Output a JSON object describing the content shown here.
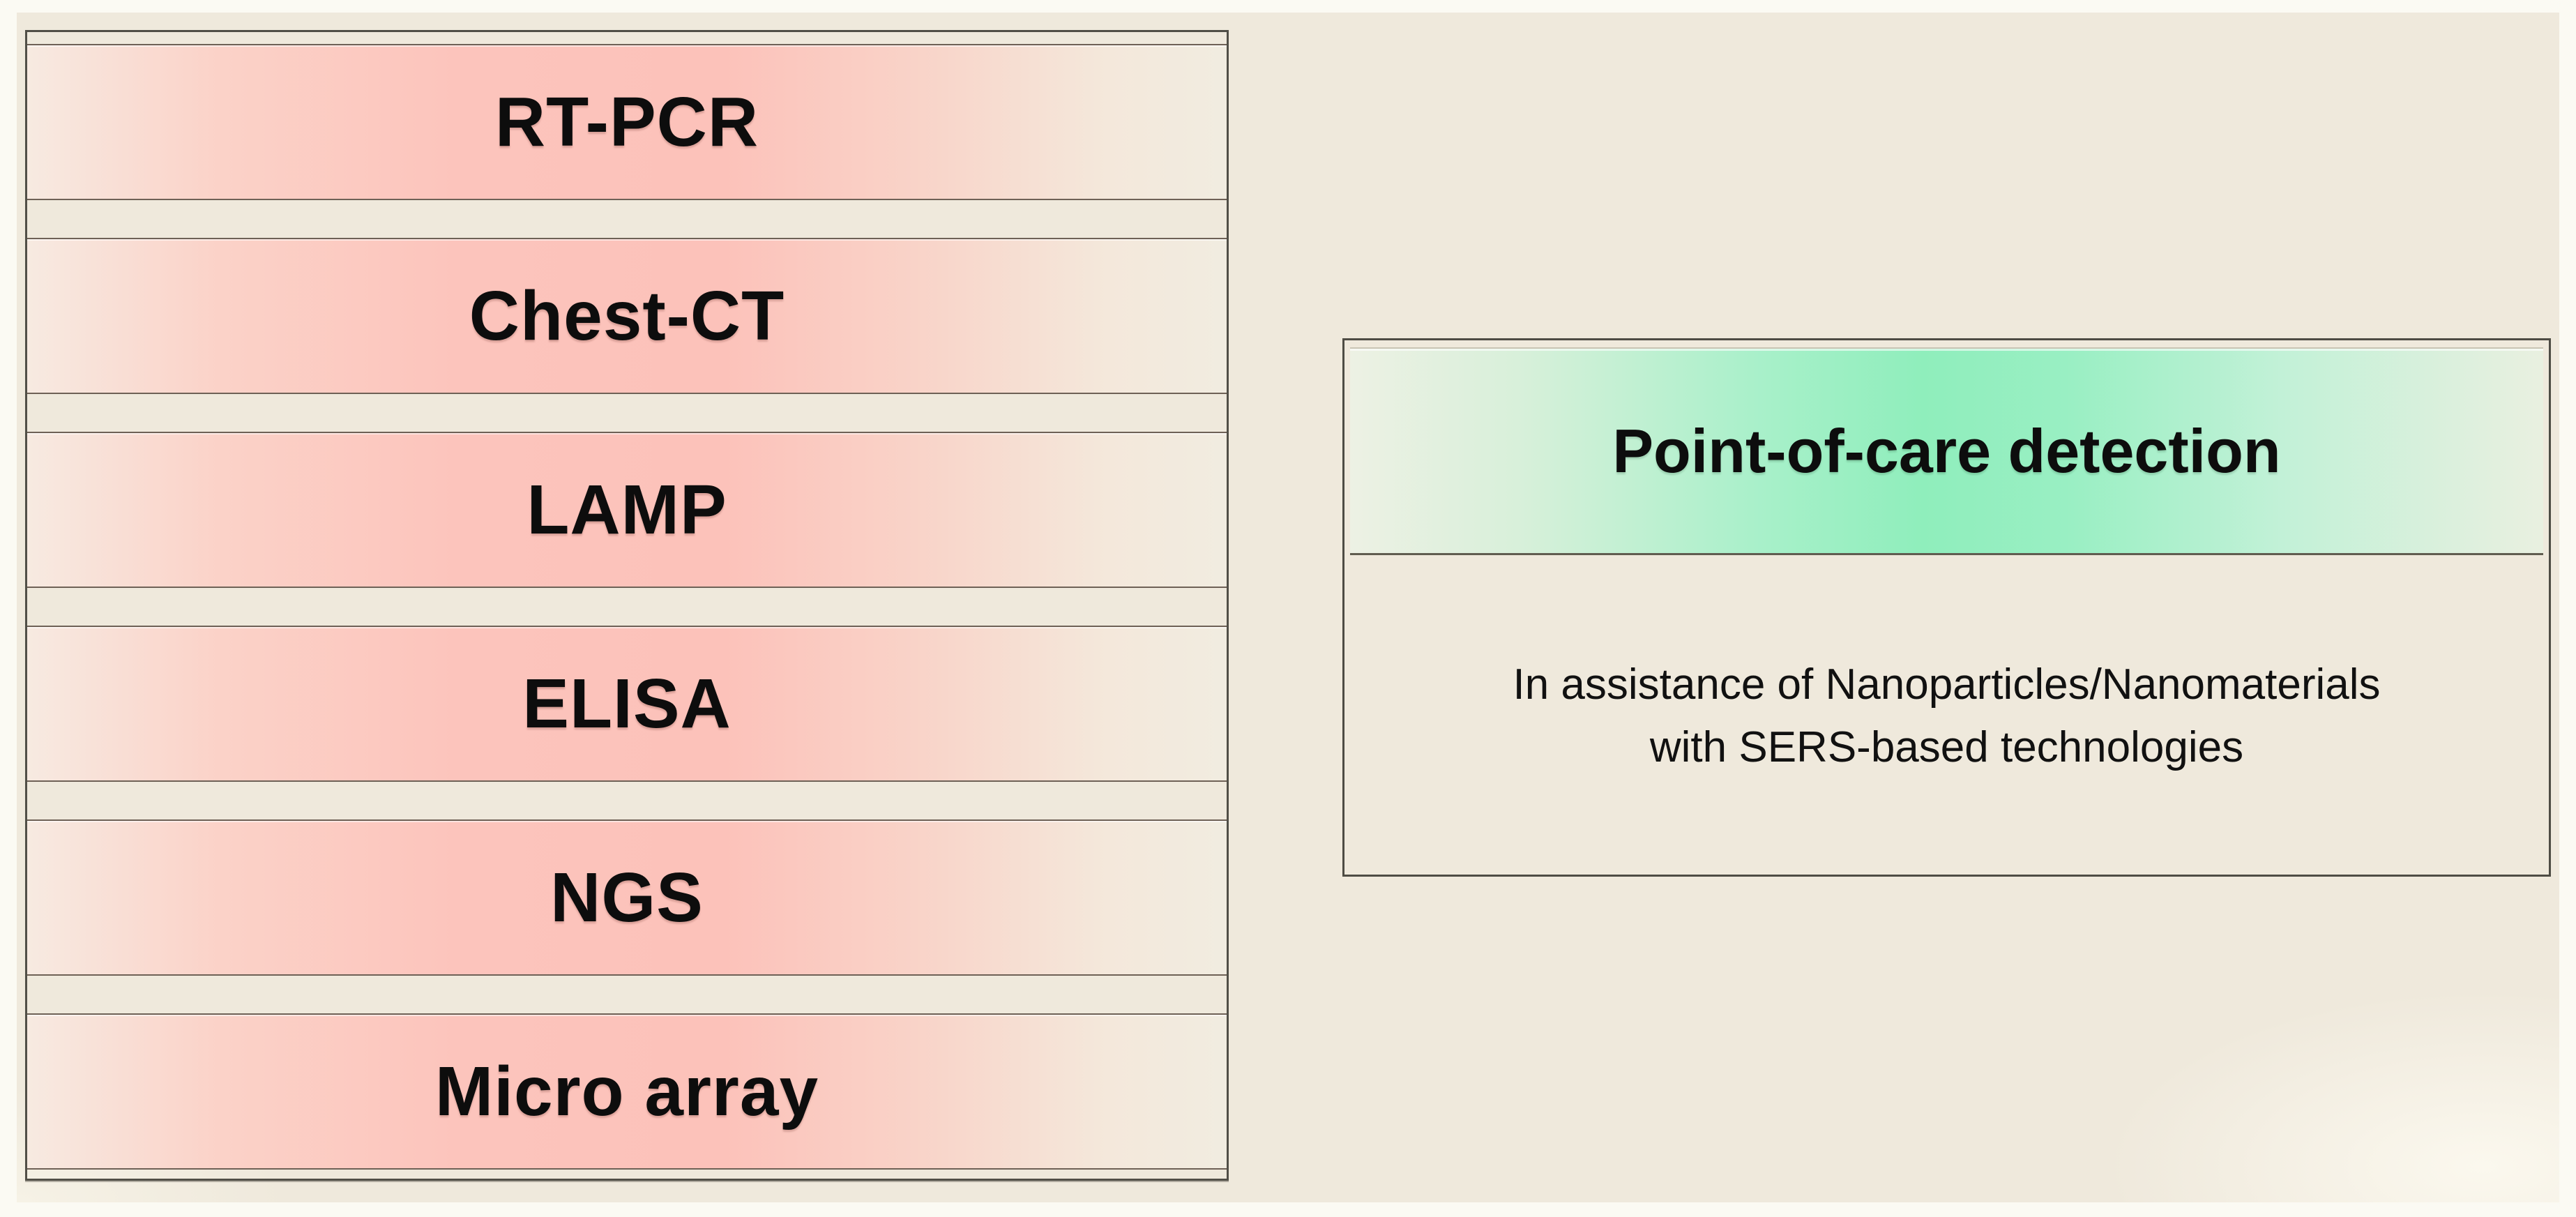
{
  "figure": {
    "canvas_background": "#efe9dc",
    "frame_color": "#fbfaf3",
    "box_border_color": "#4e4c44",
    "text_color": "#0d0d0d"
  },
  "left_panel": {
    "items": [
      "RT-PCR",
      "Chest-CT",
      "LAMP",
      "ELISA",
      "NGS",
      "Micro array"
    ],
    "band_center_color": "#fcc2ba",
    "band_edge_color": "#f7eae1",
    "band_border_color": "#6e6156"
  },
  "right_panel": {
    "title": "Point-of-care detection",
    "description_line1": "In assistance of Nanoparticles/Nanomaterials",
    "description_line2": "with SERS-based technologies",
    "band_center_color": "#8feebc",
    "band_edge_color": "#edf1e4"
  }
}
